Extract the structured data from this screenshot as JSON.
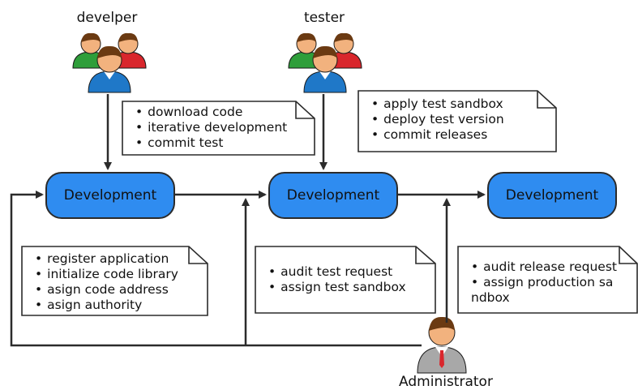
{
  "actors": {
    "developer": {
      "label": "develper",
      "icon": "user-group-icon"
    },
    "tester": {
      "label": "tester",
      "icon": "user-group-icon"
    },
    "administrator": {
      "label": "Administrator",
      "icon": "user-icon"
    }
  },
  "stages": [
    {
      "label": "Development"
    },
    {
      "label": "Development"
    },
    {
      "label": "Development"
    }
  ],
  "notes": {
    "developer_tasks": [
      "download code",
      "iterative development",
      "commit test"
    ],
    "tester_tasks": [
      "apply test sandbox",
      "deploy test version",
      "commit releases"
    ],
    "admin_stage1_tasks": [
      "register application",
      "initialize code library",
      "asign code address",
      "asign authority"
    ],
    "admin_stage2_tasks": [
      "audit test request",
      "assign test sandbox"
    ],
    "admin_stage3_tasks": [
      "audit release request",
      "assign production sa ndbox"
    ]
  },
  "colors": {
    "stage_fill": "#2f8cf0",
    "outline": "#2b2b2b",
    "person_red": "#d9262c",
    "person_green": "#2e9e3a",
    "person_blue": "#1f78c8",
    "skin": "#f2b27e",
    "hair": "#6b3a12",
    "admin_suit": "#a8a8a8"
  }
}
